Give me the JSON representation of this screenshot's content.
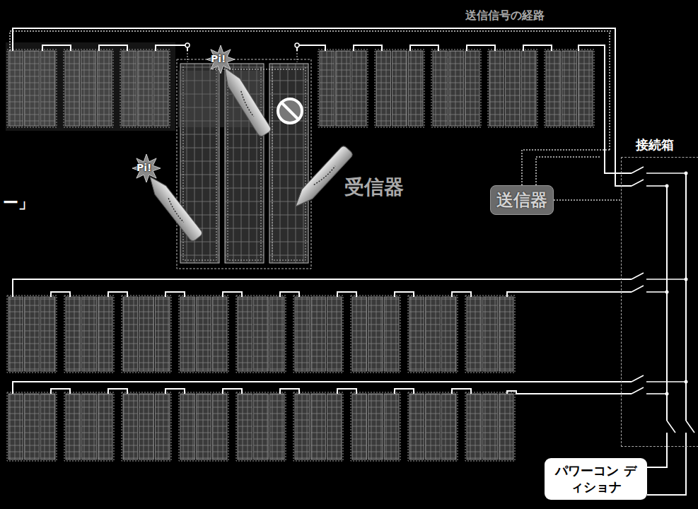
{
  "diagram": {
    "nodes": [
      {
        "text": [
          "送信器"
        ]
      },
      {
        "text": [
          "接続箱"
        ]
      },
      {
        "text": [
          "パワーコン ディショナ"
        ]
      }
    ],
    "edges": [
      {
        "from": 0,
        "to": 1,
        "arrow": "none"
      },
      {
        "from": 1,
        "to": 2,
        "arrow": "none"
      }
    ],
    "labels": [
      "送信信号の経路",
      "受信器",
      "Pi!",
      "Pi!",
      "ー」"
    ]
  }
}
